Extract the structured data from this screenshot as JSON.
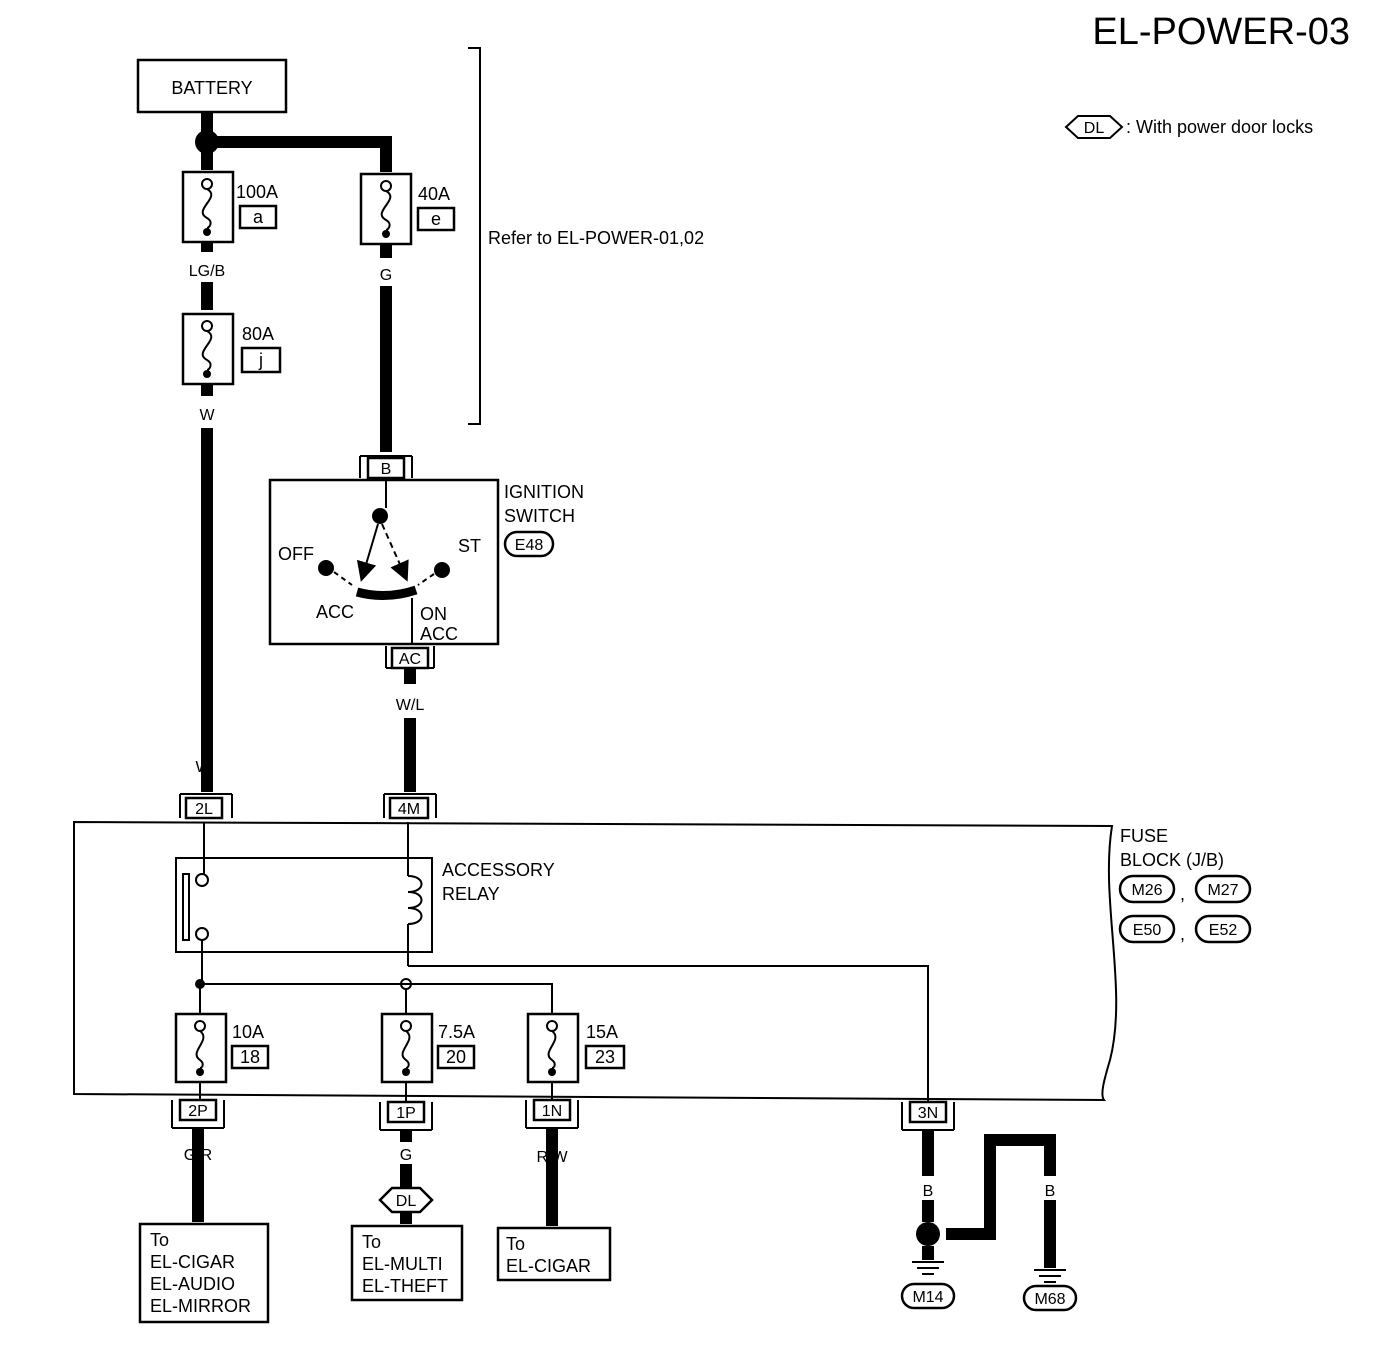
{
  "page_title": "EL-POWER-03",
  "legend": {
    "symbol": "DL",
    "text": ": With power door locks"
  },
  "reference_note": "Refer to EL-POWER-01,02",
  "battery": {
    "label": "BATTERY"
  },
  "fuses": {
    "f100": {
      "rating": "100A",
      "id": "a"
    },
    "f40": {
      "rating": "40A",
      "id": "e"
    },
    "f80": {
      "rating": "80A",
      "id": "j"
    },
    "f10": {
      "rating": "10A",
      "id": "18"
    },
    "f75": {
      "rating": "7.5A",
      "id": "20"
    },
    "f15": {
      "rating": "15A",
      "id": "23"
    }
  },
  "wires": {
    "lgb": "LG/B",
    "g_top": "G",
    "w_upper": "W",
    "w_lower": "W",
    "wl": "W/L",
    "gr": "G/R",
    "g_bottom": "G",
    "rw": "R/W",
    "b1": "B",
    "b2": "B",
    "b3": "B"
  },
  "ignition": {
    "line1": "IGNITION",
    "line2": "SWITCH",
    "connector": "E48",
    "pin_b": "B",
    "pin_ac": "AC",
    "off": "OFF",
    "st": "ST",
    "acc": "ACC",
    "on": "ON",
    "on_acc": "ACC"
  },
  "fuse_block": {
    "line1": "FUSE",
    "line2": "BLOCK (J/B)",
    "connectors": [
      "M26",
      "M27",
      "E50",
      "E52"
    ],
    "sep": ","
  },
  "relay": {
    "line1": "ACCESSORY",
    "line2": "RELAY"
  },
  "terminals": {
    "t2l": "2L",
    "t4m": "4M",
    "t2p": "2P",
    "t1p": "1P",
    "t1n": "1N",
    "t3n": "3N"
  },
  "destinations": {
    "d1": [
      "To",
      "EL-CIGAR",
      "EL-AUDIO",
      "EL-MIRROR"
    ],
    "d2": [
      "To",
      "EL-MULTI",
      "EL-THEFT"
    ],
    "d3": [
      "To",
      "EL-CIGAR"
    ]
  },
  "dl_tag": "DL",
  "grounds": {
    "g1": "M14",
    "g2": "M68"
  }
}
